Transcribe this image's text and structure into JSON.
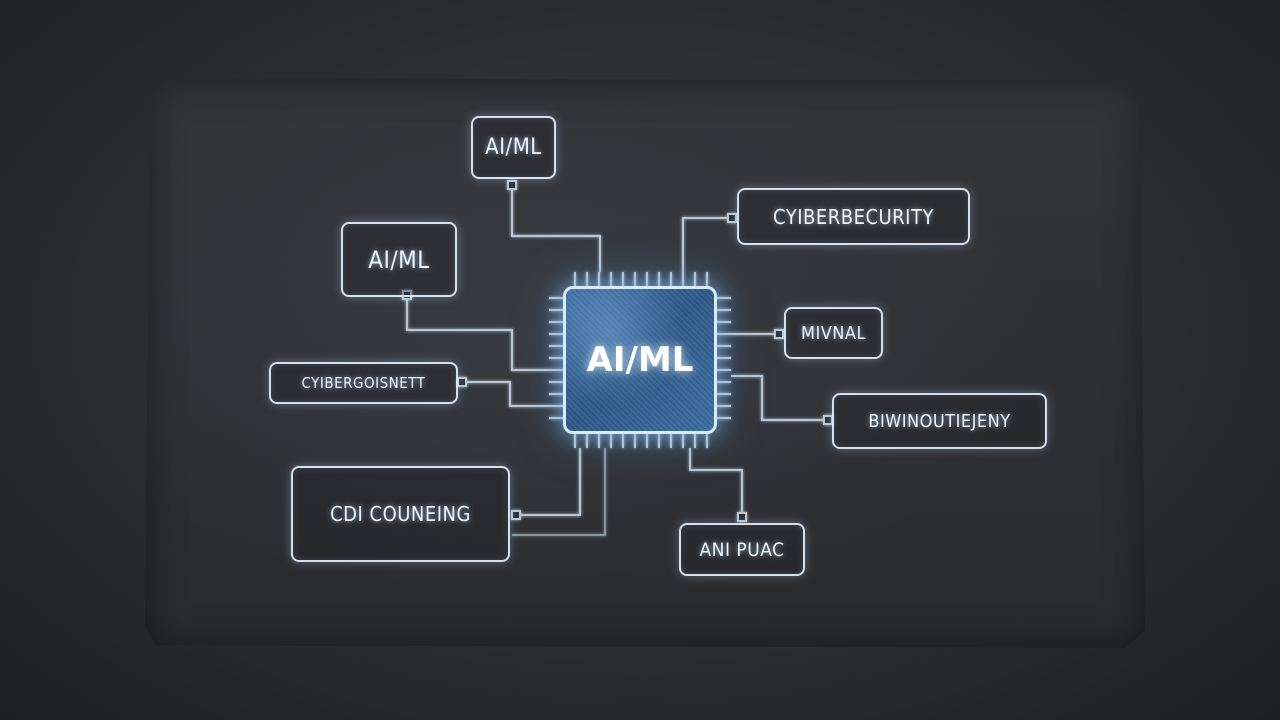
{
  "diagram": {
    "center_label": "AI/ML",
    "nodes": [
      {
        "id": "top",
        "label": "AI/ML"
      },
      {
        "id": "left_upper",
        "label": "AI/ML"
      },
      {
        "id": "left_middle",
        "label": "CYIBERGOISNETT"
      },
      {
        "id": "left_lower",
        "label": "CDI COUNEING"
      },
      {
        "id": "right_top",
        "label": "CYIBERBECURITY"
      },
      {
        "id": "right_upper",
        "label": "MIVNAL"
      },
      {
        "id": "right_middle",
        "label": "BIWINOUTIEJENY"
      },
      {
        "id": "bottom_right",
        "label": "ANI PUAC"
      }
    ]
  },
  "colors": {
    "background": "#2b2d30",
    "glow": "#d8ecff",
    "chip": "#2e5a88"
  }
}
